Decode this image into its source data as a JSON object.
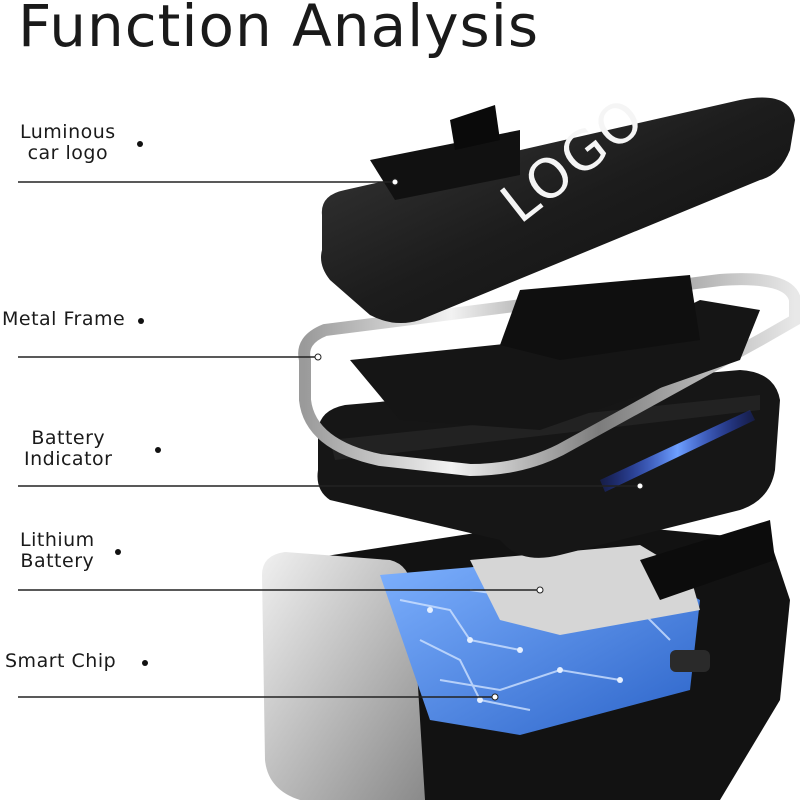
{
  "title": "Function Analysis",
  "logo_text": "LOGO",
  "features": [
    {
      "line1": "Luminous",
      "line2": "car logo"
    },
    {
      "line1": "Metal Frame",
      "line2": ""
    },
    {
      "line1": "Battery",
      "line2": "Indicator"
    },
    {
      "line1": "Lithium",
      "line2": "Battery"
    },
    {
      "line1": "Smart Chip",
      "line2": ""
    }
  ],
  "colors": {
    "indicator_blue": "#2f6bff",
    "circuit_blue": "#2f78d8",
    "body_black": "#161616",
    "chrome": "#c8c8c8"
  }
}
